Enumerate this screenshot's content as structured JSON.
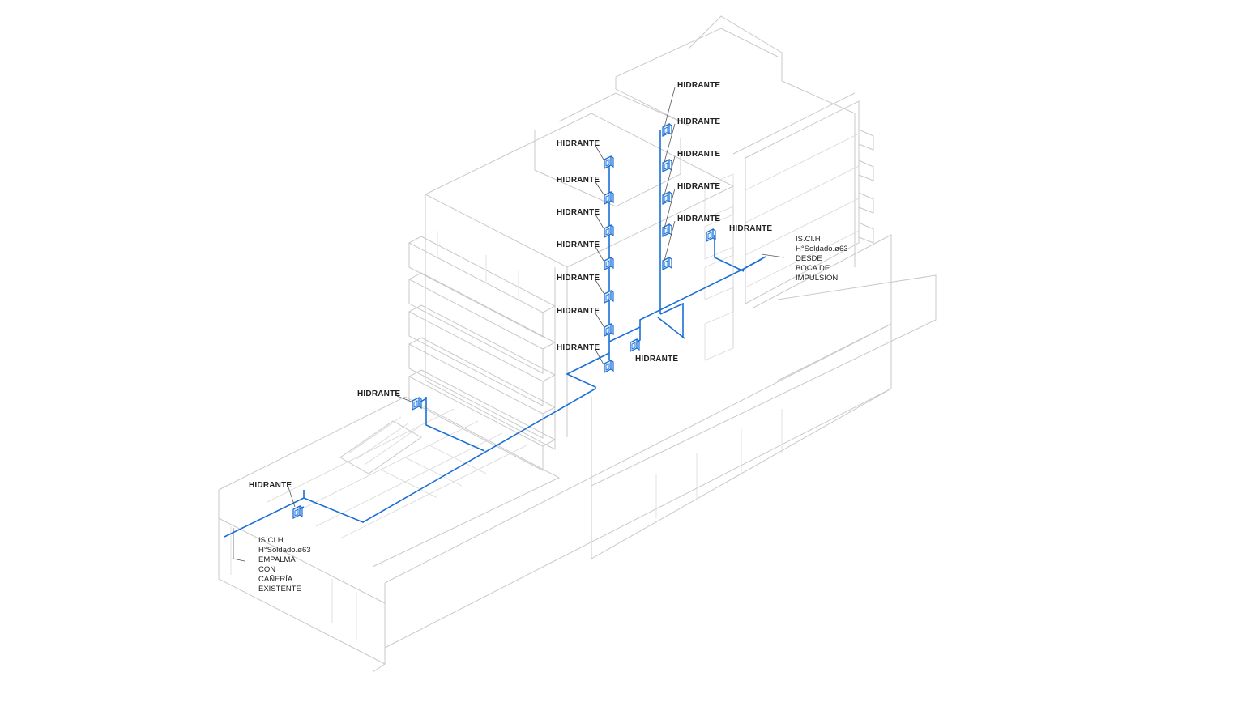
{
  "colors": {
    "pipe": "#1a6fd6",
    "building_lines": "#c9c9c9",
    "text": "#222222"
  },
  "hydrant_label": "HIDRANTE",
  "hydrants": [
    {
      "id": "h-left-1"
    },
    {
      "id": "h-left-2"
    },
    {
      "id": "h-left-3"
    },
    {
      "id": "h-left-4"
    },
    {
      "id": "h-left-5"
    },
    {
      "id": "h-left-6"
    },
    {
      "id": "h-left-7"
    },
    {
      "id": "h-right-1"
    },
    {
      "id": "h-right-2"
    },
    {
      "id": "h-right-3"
    },
    {
      "id": "h-right-4"
    },
    {
      "id": "h-right-5"
    },
    {
      "id": "h-right-6"
    },
    {
      "id": "h-east"
    },
    {
      "id": "h-center-low"
    },
    {
      "id": "h-terrace"
    },
    {
      "id": "h-front"
    }
  ],
  "note_left": [
    "IS.CI.H",
    "H°Soldado.ø63",
    "EMPALMA",
    "CON",
    "CAÑERÍA",
    "EXISTENTE"
  ],
  "note_right": [
    "IS.CI.H",
    "H°Soldado.ø63",
    "DESDE",
    "BOCA DE",
    "IMPULSIÓN"
  ]
}
